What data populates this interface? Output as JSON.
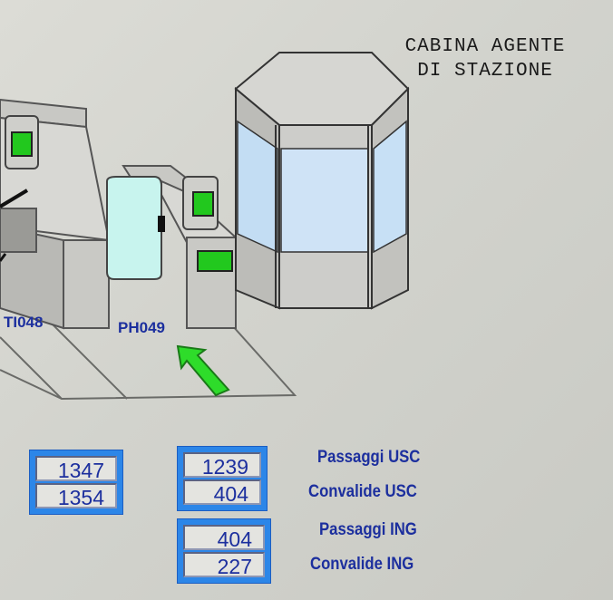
{
  "booth": {
    "title_line1": "CABINA AGENTE",
    "title_line2": "DI STAZIONE"
  },
  "gates": {
    "left_label": "TI048",
    "right_label": "PH049"
  },
  "counters": {
    "group_a": {
      "top": "1347",
      "bottom": "1354"
    },
    "group_b": {
      "top": "1239",
      "bottom": "404"
    },
    "group_c": {
      "top": "404",
      "bottom": "227"
    }
  },
  "legend": {
    "passaggi_usc": "Passaggi USC",
    "convalide_usc": "Convalide USC",
    "passaggi_ing": "Passaggi ING",
    "convalide_ing": "Convalide ING"
  },
  "colors": {
    "accent_blue": "#2c86e8",
    "text_blue": "#1c2f9e",
    "validator_green": "#22c81e",
    "arrow_green": "#2edc2a",
    "glass_blue": "#cfe3f6",
    "door_cyan": "#c8f4ee"
  },
  "icons": {
    "direction": "green-arrow-icon"
  }
}
